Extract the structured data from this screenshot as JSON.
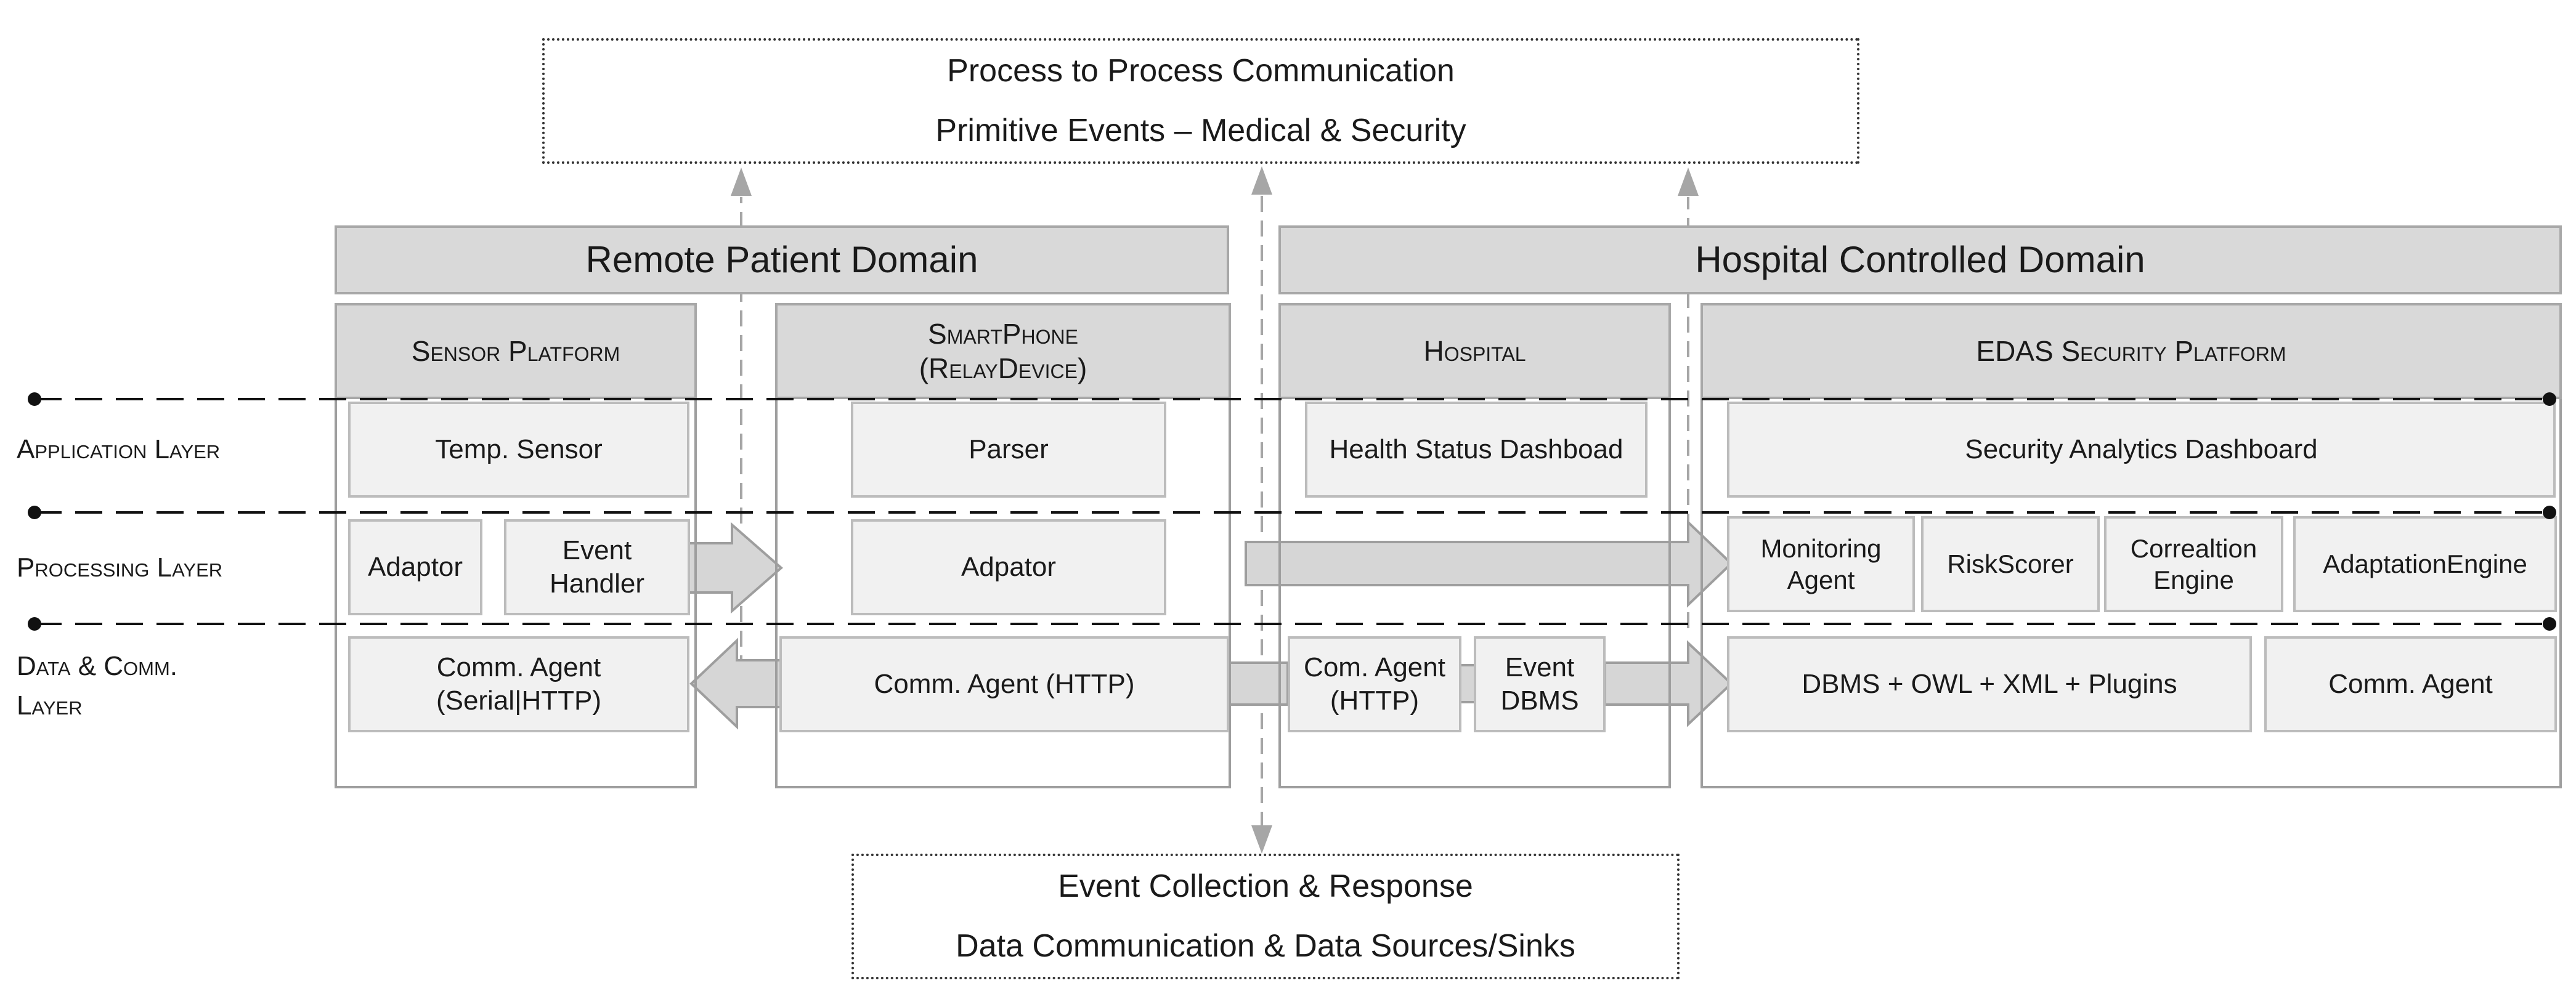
{
  "top_box": {
    "line1": "Process to Process Communication",
    "line2": "Primitive Events – Medical & Security"
  },
  "bottom_box": {
    "line1": "Event Collection & Response",
    "line2": "Data Communication & Data Sources/Sinks"
  },
  "domains": {
    "remote": "Remote Patient Domain",
    "hospital": "Hospital Controlled Domain"
  },
  "platforms": {
    "sensor": "Sensor Platform",
    "smartphone_line1": "SmartPhone",
    "smartphone_line2": "(RelayDevice)",
    "hospital": "Hospital",
    "edas": "EDAS Security Platform"
  },
  "layers": {
    "application": "Application Layer",
    "processing": "Processing Layer",
    "data_comm_line1": "Data & Comm.",
    "data_comm_line2": "Layer"
  },
  "components": {
    "temp_sensor": "Temp. Sensor",
    "adaptor": "Adaptor",
    "event_handler_line1": "Event",
    "event_handler_line2": "Handler",
    "comm_agent_serial_line1": "Comm. Agent",
    "comm_agent_serial_line2": "(Serial|HTTP)",
    "parser": "Parser",
    "adpator": "Adpator",
    "comm_agent_http": "Comm. Agent (HTTP)",
    "health_status_dashboard": "Health Status Dashboad",
    "com_agent_http_line1": "Com. Agent",
    "com_agent_http_line2": "(HTTP)",
    "event_dbms_line1": "Event",
    "event_dbms_line2": "DBMS",
    "security_analytics_dashboard": "Security Analytics Dashboard",
    "monitoring_agent_line1": "Monitoring",
    "monitoring_agent_line2": "Agent",
    "risk_scorer": "RiskScorer",
    "correlation_engine_line1": "Correaltion",
    "correlation_engine_line2": "Engine",
    "adaptation_engine": "AdaptationEngine",
    "dbms_owl_xml": "DBMS + OWL + XML + Plugins",
    "comm_agent": "Comm. Agent"
  },
  "colors": {
    "header_fill": "#d9d9d9",
    "box_fill": "#f1f1f1",
    "arrow_fill": "#d6d6d6",
    "border_gray": "#9e9e9e",
    "dashed_line": "#111111"
  }
}
